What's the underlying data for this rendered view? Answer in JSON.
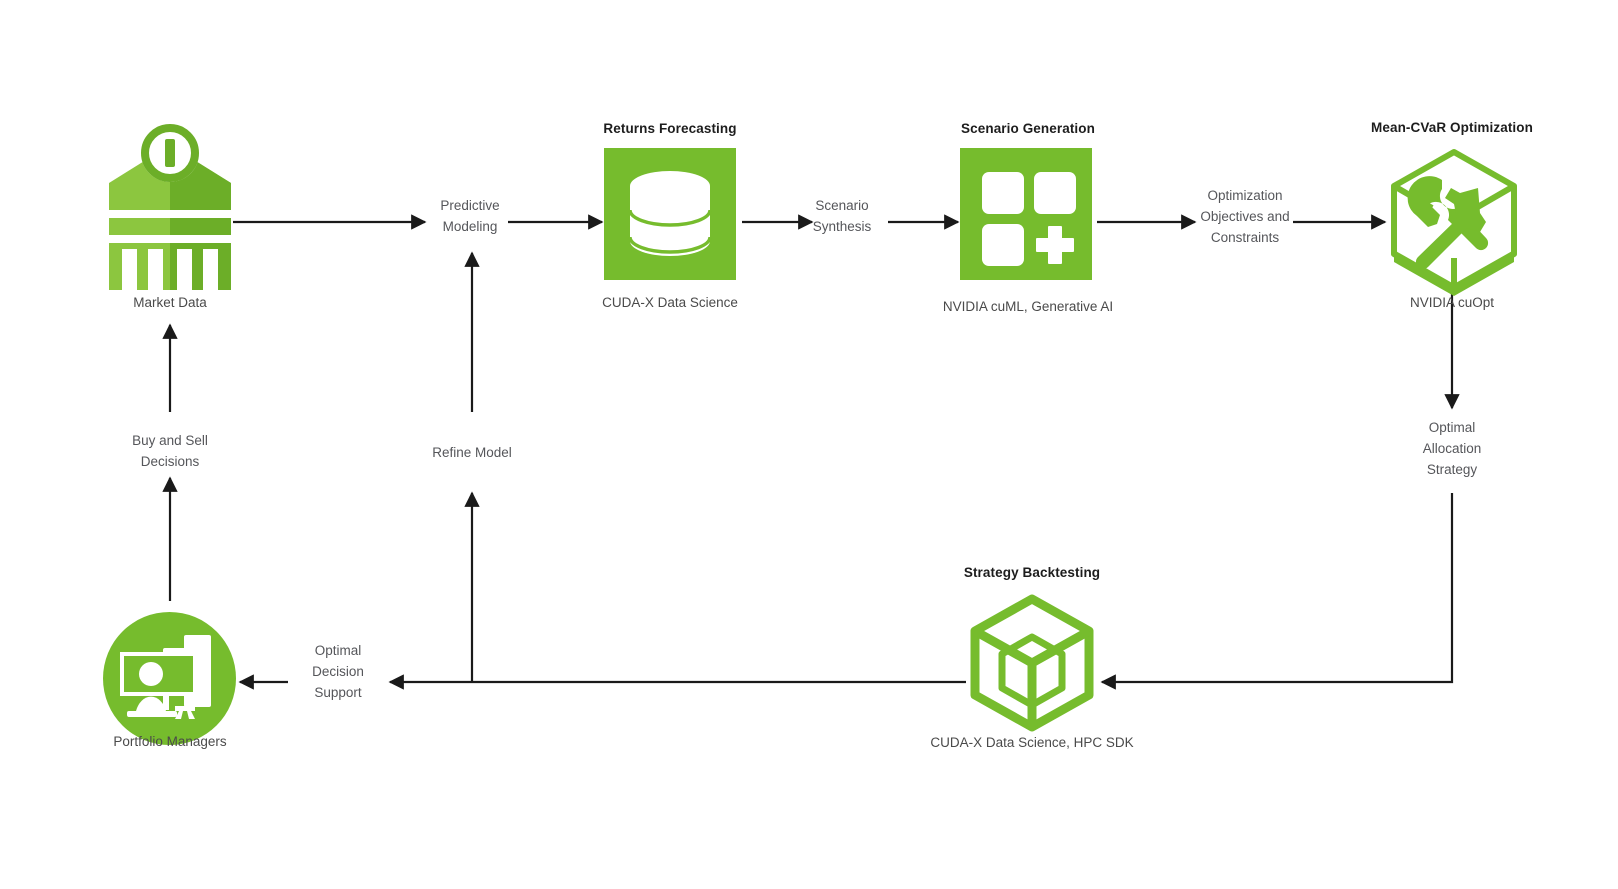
{
  "diagram": {
    "title_style": "bold-dark",
    "palette": {
      "green_primary": "#76bc2d",
      "green_light": "#8cc63f",
      "green_dark": "#6cae28",
      "line": "#1a1a1a",
      "title_text": "#1d1d1d",
      "caption_text": "#4a4a4a",
      "label_text": "#55565a",
      "background": "#ffffff"
    },
    "nodes": [
      {
        "id": "market-data",
        "icon": "bank-building-icon",
        "title": "",
        "caption": "Market Data"
      },
      {
        "id": "returns-forecasting",
        "icon": "database-cylinder-icon",
        "title": "Returns Forecasting",
        "caption": "CUDA-X Data Science"
      },
      {
        "id": "scenario-generation",
        "icon": "grid-plus-icon",
        "title": "Scenario Generation",
        "caption": "NVIDIA cuML, Generative AI"
      },
      {
        "id": "mean-cvar-optimization",
        "icon": "cube-tools-icon",
        "title": "Mean-CVaR Optimization",
        "caption": "NVIDIA cuOpt"
      },
      {
        "id": "strategy-backtesting",
        "icon": "cube-outline-icon",
        "title": "Strategy Backtesting",
        "caption": "CUDA-X Data Science, HPC SDK"
      },
      {
        "id": "portfolio-managers",
        "icon": "person-workstation-icon",
        "title": "",
        "caption": "Portfolio Managers"
      }
    ],
    "edge_labels": [
      {
        "id": "predictive-modeling",
        "lines": [
          "Predictive",
          "Modeling"
        ]
      },
      {
        "id": "scenario-synthesis",
        "lines": [
          "Scenario",
          "Synthesis"
        ]
      },
      {
        "id": "optimization-objectives",
        "lines": [
          "Optimization",
          "Objectives  and",
          "Constraints"
        ]
      },
      {
        "id": "optimal-allocation-strategy",
        "lines": [
          "Optimal",
          "Allocation",
          "Strategy"
        ]
      },
      {
        "id": "refine-model",
        "lines": [
          "Refine Model"
        ]
      },
      {
        "id": "optimal-decision-support",
        "lines": [
          "Optimal",
          "Decision",
          "Support"
        ]
      },
      {
        "id": "buy-and-sell-decisions",
        "lines": [
          "Buy and Sell",
          "Decisions"
        ]
      }
    ]
  }
}
